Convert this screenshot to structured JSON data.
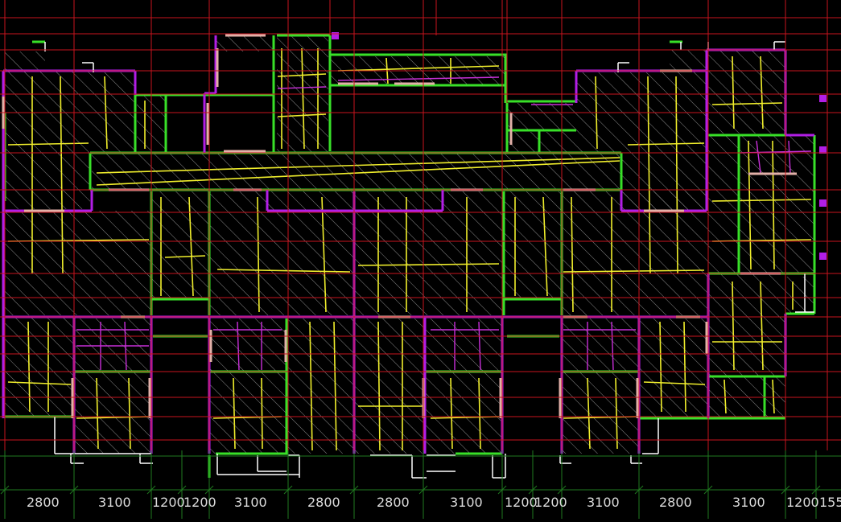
{
  "colors": {
    "background": "#000000",
    "grid_red": "#c8141e",
    "grid_green": "#1f7a1f",
    "wall_green": "#38e028",
    "wall_purple": "#b21ee6",
    "wall_pink": "#e2b0a8",
    "wall_white": "#ffffff",
    "rebar_yellow": "#f0ee2c",
    "hatch": "#8a8a8a",
    "text": "#dcdcdc"
  },
  "dimensions": [
    "2800",
    "3100",
    "1200",
    "1200",
    "3100",
    "2800",
    "2800",
    "3100",
    "1200",
    "1200",
    "3100",
    "2800",
    "3100",
    "1200",
    "155"
  ]
}
